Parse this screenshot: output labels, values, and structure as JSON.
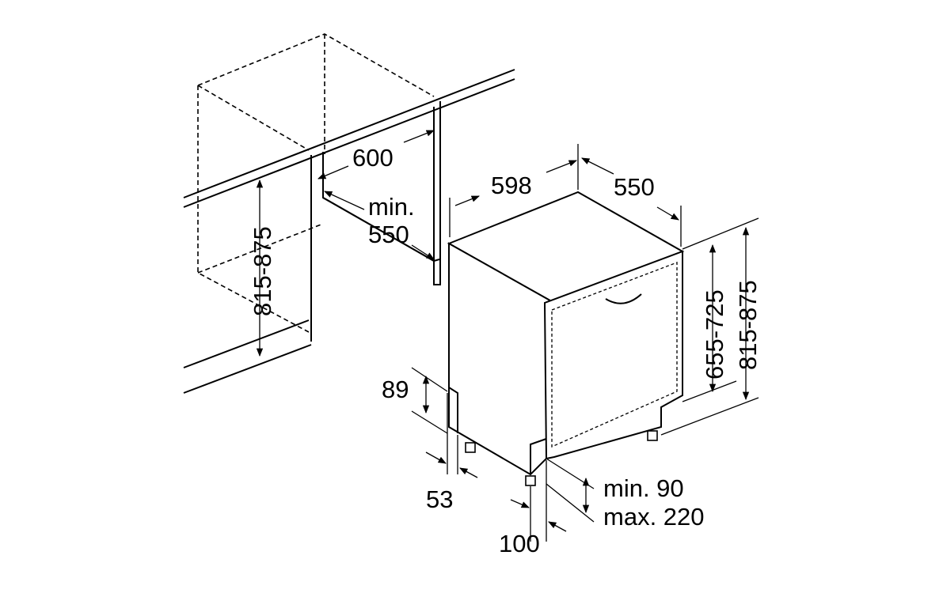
{
  "diagram": {
    "cabinet": {
      "width": "600",
      "depth_min_prefix": "min.",
      "depth_min": "550",
      "height_range": "815-875"
    },
    "appliance": {
      "width": "598",
      "depth": "550",
      "door_height_range": "655-725",
      "niche_height_range": "815-875",
      "plinth_height": "89",
      "plinth_offset": "53",
      "foot_offset": "100",
      "plinth_min": "min. 90",
      "plinth_max": "max. 220"
    }
  }
}
